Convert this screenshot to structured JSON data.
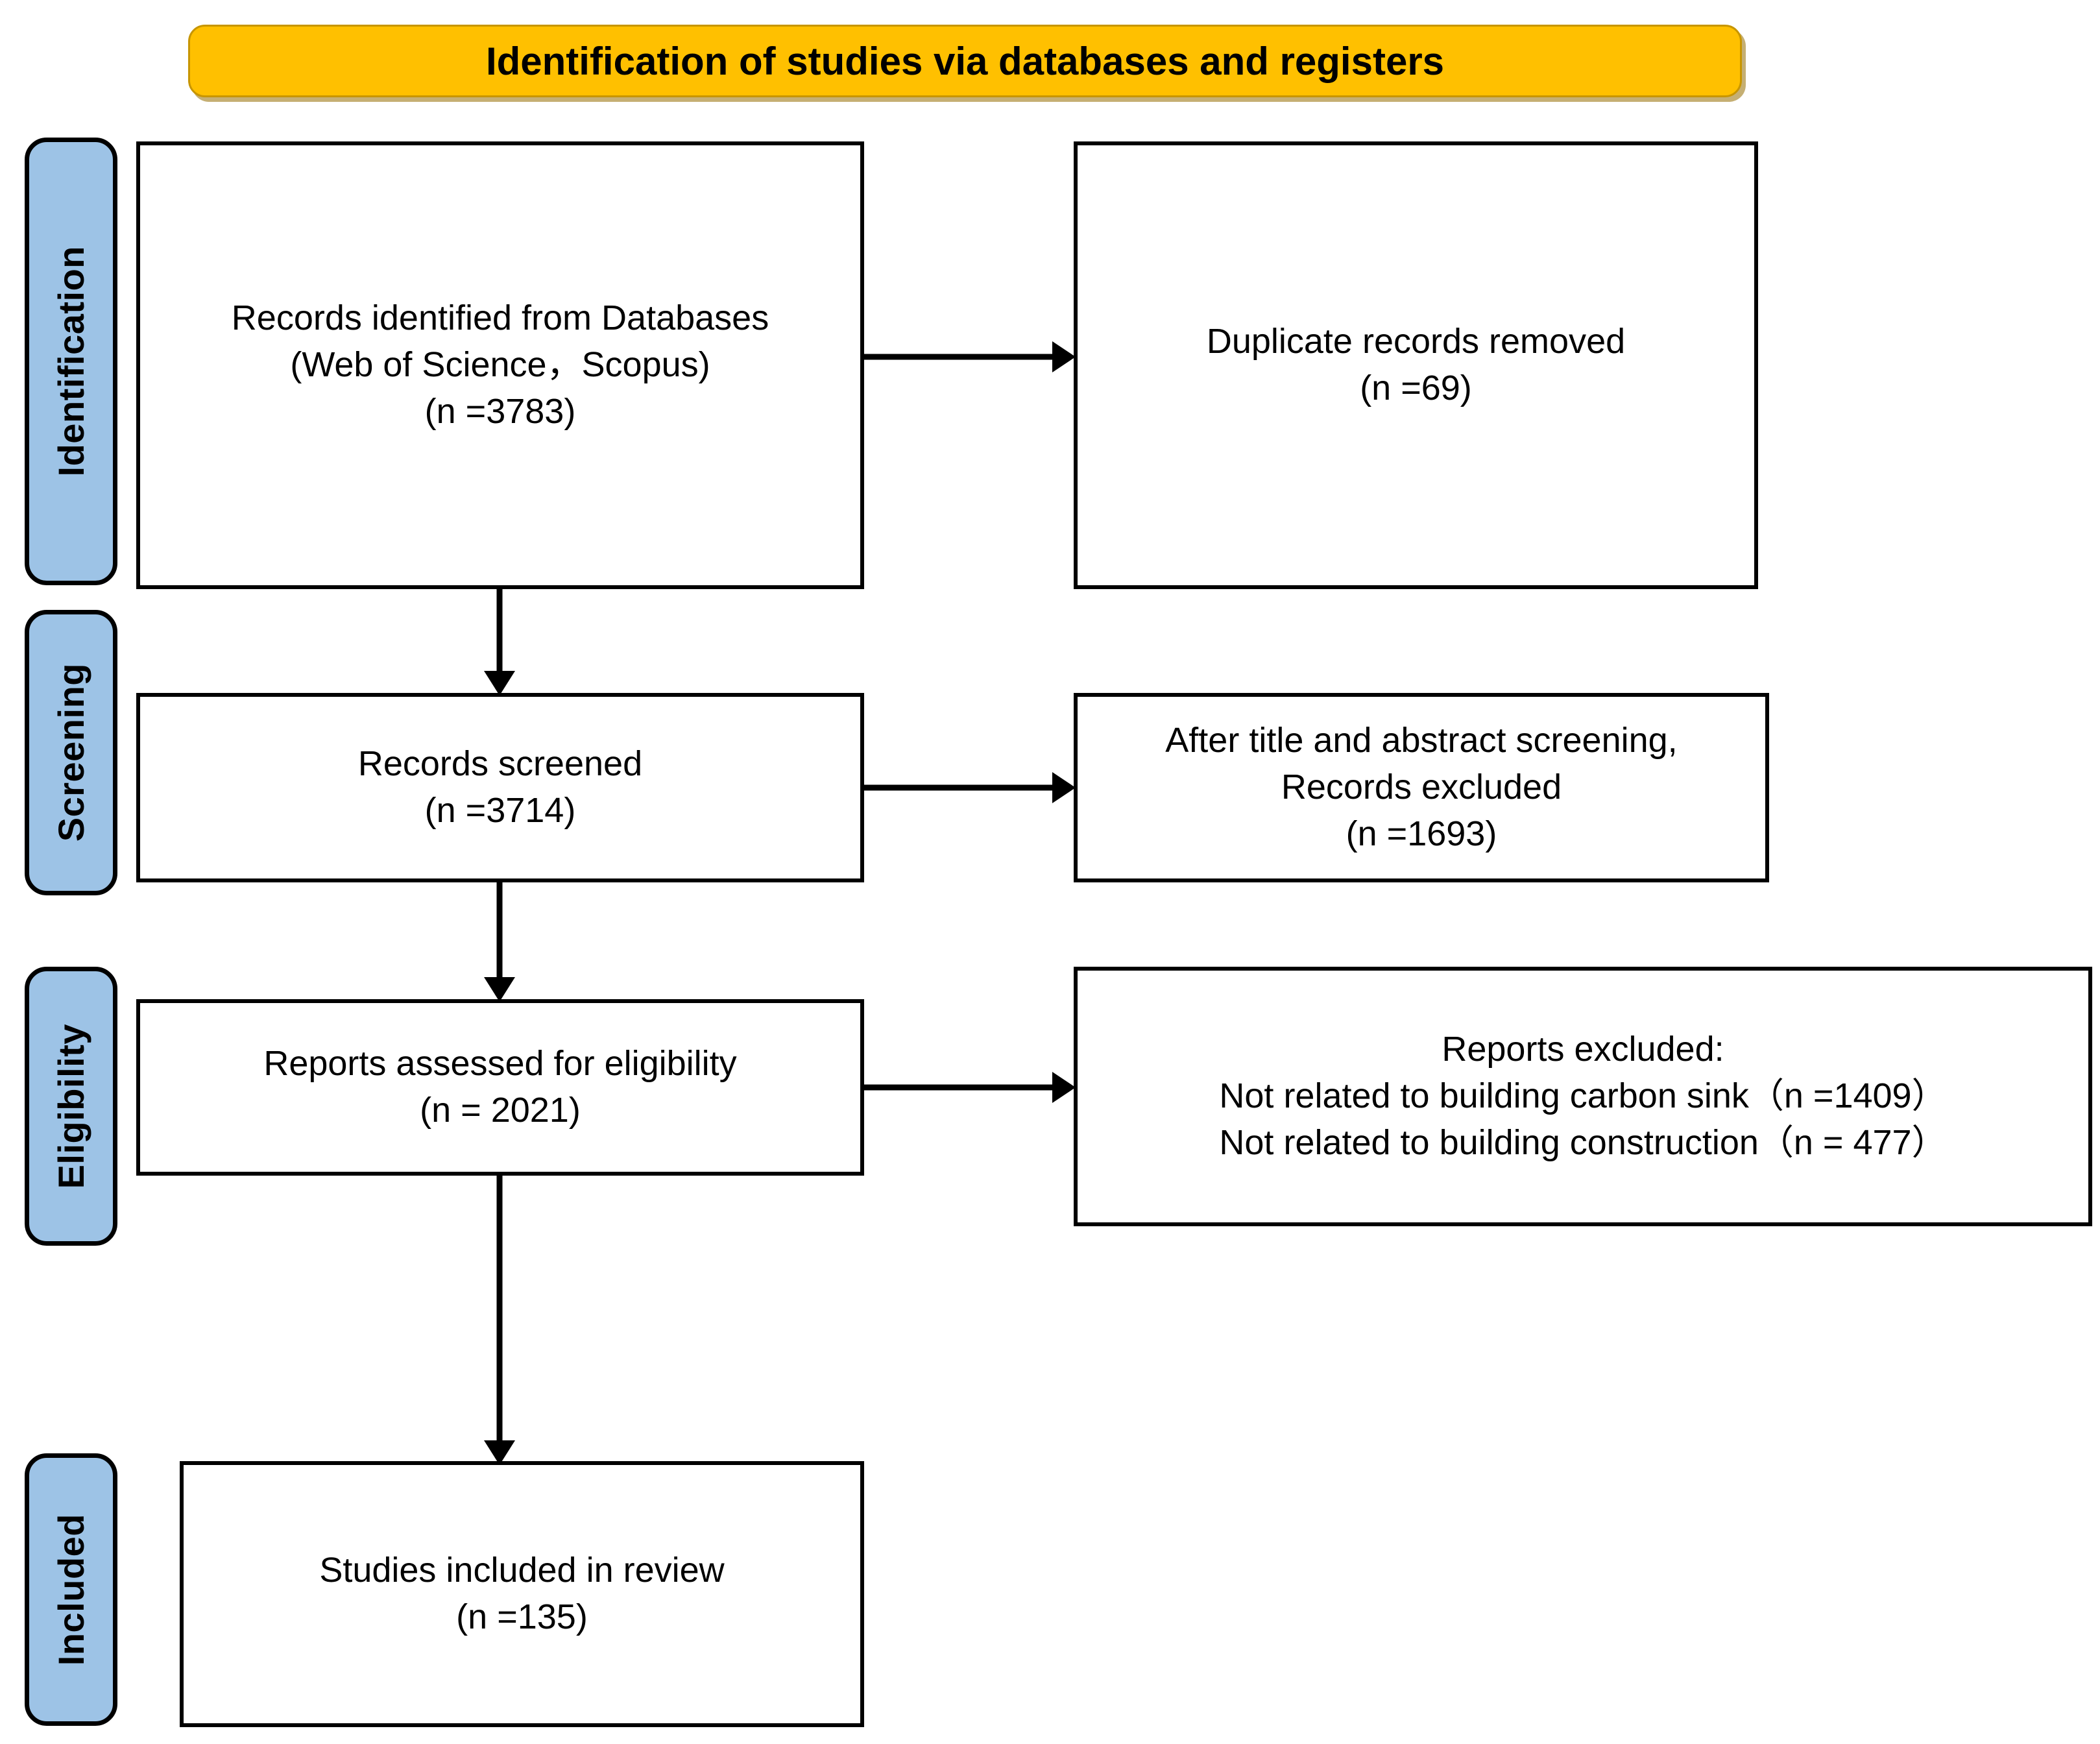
{
  "banner": {
    "title": "Identification of studies via databases and registers",
    "color": "#FFC000"
  },
  "stages": [
    {
      "label": "Identification"
    },
    {
      "label": "Screening"
    },
    {
      "label": "Eligibility"
    },
    {
      "label": "Included"
    }
  ],
  "stage_color": "#9DC3E6",
  "boxes": {
    "records_identified": "Records identified from Databases\n(Web of Science，Scopus)\n(n =3783)",
    "duplicates_removed": "Duplicate records removed\n(n =69)",
    "records_screened": "Records screened\n(n =3714)",
    "records_excluded": "After title and abstract screening,\nRecords excluded\n(n =1693)",
    "reports_assessed": "Reports assessed for eligibility\n(n = 2021)",
    "reports_excluded": "Reports excluded:\nNot related to building carbon sink（n =1409）\nNot related to building construction（n = 477）",
    "studies_included": "Studies included in review\n(n =135)"
  },
  "counts": {
    "identified": 3783,
    "duplicates_removed": 69,
    "screened": 3714,
    "excluded_title_abstract": 1693,
    "assessed_eligibility": 2021,
    "excluded_not_carbon_sink": 1409,
    "excluded_not_construction": 477,
    "included": 135
  }
}
